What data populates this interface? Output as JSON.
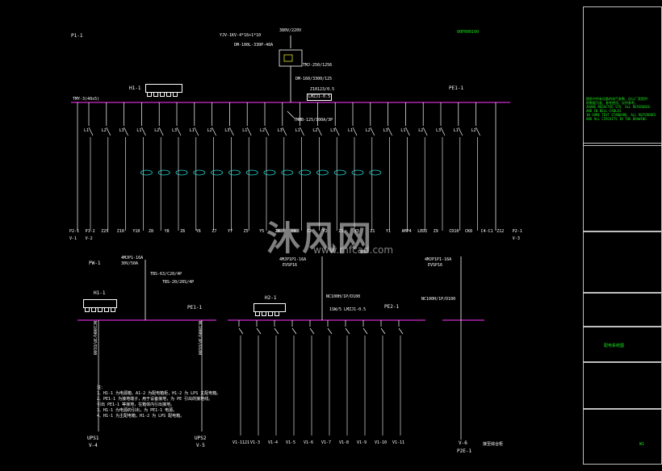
{
  "top": {
    "panel_id": "P1-1",
    "voltage_top": "380V/220V",
    "cable_in": "YJV-1KV-4*16+1*10",
    "breaker_main": "DM-100L-330P-40A",
    "meter": "TMJ-250/1256",
    "breaker_2": "DM-160/3300/125",
    "stamp": "Z10123/0.5",
    "ct": "LMZJ1-0.5",
    "bus_label": "TMY-3(40x5)",
    "main_switch": "TMHB-125/100A/3P",
    "h1": "H1-1",
    "pe1": "PE1-1",
    "label_top_right": "00P000100"
  },
  "feeders_top": {
    "labels": [
      "L1",
      "L2",
      "L3",
      "L1",
      "L2",
      "L3",
      "L1",
      "L2",
      "L3",
      "L1",
      "L2",
      "L3",
      "L1",
      "L2",
      "L3",
      "L1",
      "L2",
      "L3",
      "L1",
      "L2",
      "L3",
      "L1",
      "L2"
    ],
    "bottom_codes": [
      "P2-1",
      "P1-2",
      "Z2S",
      "Z10",
      "Y10",
      "Z8",
      "Y8",
      "Z6",
      "Y6",
      "Z7",
      "Y7",
      "Z5",
      "Y5",
      "Z4",
      "Y4",
      "Z2",
      "Y2",
      "Z3",
      "Y3",
      "Z1",
      "Y1",
      "AMP4",
      "LED2",
      "Z9",
      "CD10",
      "CK8",
      "C4-C1",
      "Z12",
      "P2-1"
    ],
    "bottom_ids": [
      "V-1",
      "V-2",
      "",
      "",
      "",
      "",
      "",
      "",
      "",
      "",
      "",
      "",
      "",
      "",
      "",
      "",
      "",
      "",
      "",
      "",
      "",
      "",
      "",
      "",
      "",
      "",
      "",
      "",
      "V-3"
    ]
  },
  "bottom_left": {
    "pw": "PW-1",
    "cable_top": "4MJP1-16A",
    "cable_sub": "30V/50A",
    "breaker": "TBS-63/C20/4P",
    "breaker2": "TBS-20/20S/4P",
    "h1": "H1-1",
    "pe1": "PE1-1",
    "feeder_a": "NC100H/3P/D100",
    "feeder_b": "NC100H/3P/D100",
    "notes_title": "注：",
    "notes": [
      "1、H1-1 为电源箱、A1-2 为配电箱柜，H1-2 为 LPS 主配电箱。",
      "2、PE1-1 为接地端子，用于设备接地，为 PE 引出的接地线。",
      "   引出 PE1-1 等接地，在箱体内引出接地。",
      "3、H1-1 为电源的引出，为 PE1-1 电源。",
      "4、H1-1 为主配电箱，H1-2 为 LPS 配电箱。"
    ],
    "ups1": "UPS1",
    "ups1_id": "V-4",
    "ups2": "UPS2",
    "ups2_id": "V-5"
  },
  "bottom_mid": {
    "cable": "4MJP1P1-16A",
    "cable_sub": "EVSP16",
    "h2": "H2-1",
    "nc": "NC100H/1P/D100",
    "spd": "1SW/5 LMZJ1-0.5",
    "pe2": "PE2-1",
    "ids": [
      "V1-1121",
      "V1-3",
      "V1-4",
      "V1-5",
      "V1-6",
      "V1-7",
      "V1-8",
      "V1-9",
      "V1-10",
      "V1-11"
    ]
  },
  "bottom_right": {
    "cable": "4MJP1P1-16A",
    "cable_sub": "EVSP16",
    "nc": "NC100H/1P/D100",
    "id1": "V-6",
    "id2": "P2E-1",
    "note": "接至综合柜"
  },
  "title_block": {
    "notes": [
      "图纸中所有设备的电气参数，应以厂家提供",
      "的数据为准，参考使用，仅供参考。",
      "ZHANG REDACTED STD. ALL REFERENCE",
      "AND IN BELL-CABLES",
      "IN SOME TEXT STANDARD, ALL REFERENCE",
      "AND ALL CIRCUITS IN THE DRAWING"
    ],
    "drawing_title": "配电系统图",
    "sheet": "W1"
  },
  "watermark": {
    "text": "沐风网",
    "url": "www.mfcad.com"
  }
}
